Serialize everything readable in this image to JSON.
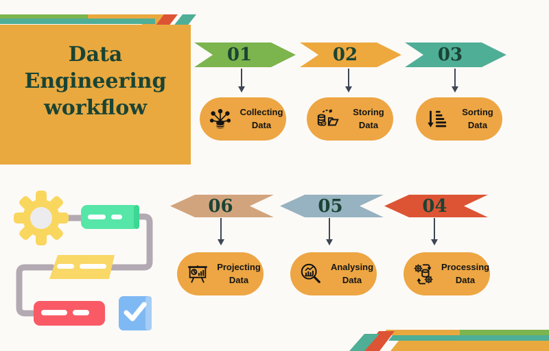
{
  "background_color": "#FCFAF7",
  "title": {
    "text": "Data Engineering workflow",
    "color": "#1A4434"
  },
  "decoration_colors": {
    "green": "#7CB44E",
    "teal": "#4FAE96",
    "orange": "#E9A93F",
    "red": "#DD5434"
  },
  "colors": {
    "title_block": "#E9A93F",
    "pill": "#EDA643",
    "number_text": "#1A4434",
    "label_text": "#141414",
    "connector": "#3E4655"
  },
  "steps_top": [
    {
      "number": "01",
      "label": "Collecting Data",
      "icon": "collecting-data-icon",
      "arrow_color": "#7CB44E"
    },
    {
      "number": "02",
      "label": "Storing Data",
      "icon": "storing-data-icon",
      "arrow_color": "#EDA83E"
    },
    {
      "number": "03",
      "label": "Sorting Data",
      "icon": "sorting-data-icon",
      "arrow_color": "#4FAE96"
    }
  ],
  "steps_bottom": [
    {
      "number": "06",
      "label": "Projecting Data",
      "icon": "projecting-data-icon",
      "arrow_color": "#D2A47E"
    },
    {
      "number": "05",
      "label": "Analysing Data",
      "icon": "analysing-data-icon",
      "arrow_color": "#97B2C0"
    },
    {
      "number": "04",
      "label": "Processing Data",
      "icon": "processing-data-icon",
      "arrow_color": "#DD5434"
    }
  ],
  "illustration": {
    "name": "workflow-flowchart-illustration",
    "gear_color": "#F9D65E",
    "step_box_colors": [
      "#56E6A7",
      "#F9D867",
      "#F95A66"
    ],
    "checkbox_color": "#7FB9F3",
    "path_color": "#B2A9B2"
  }
}
